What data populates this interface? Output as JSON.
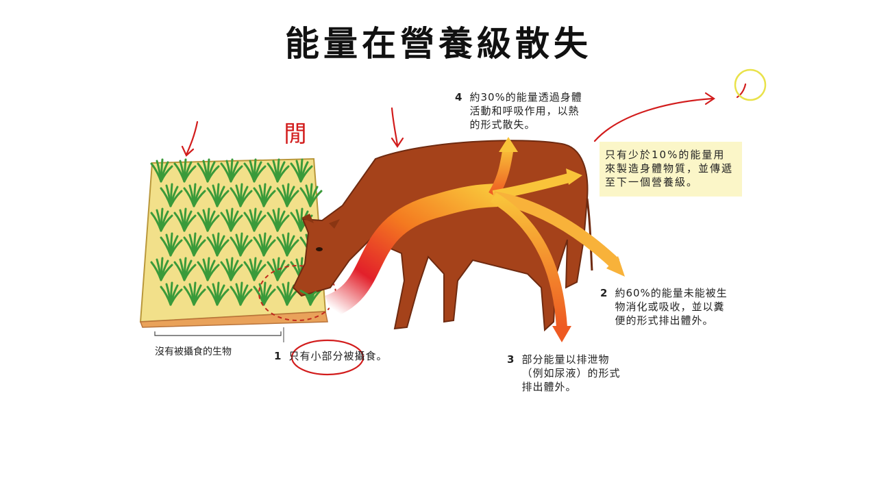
{
  "title": "能量在營養級散失",
  "handwriting": {
    "annotation": "閒"
  },
  "labels": [
    {
      "num": "1",
      "text": "只有小部分被攝食。"
    },
    {
      "num": "2",
      "text": "約60%的能量未能被生\n物消化或吸收，並以糞\n便的形式排出體外。"
    },
    {
      "num": "3",
      "text": "部分能量以排泄物\n（例如尿液）的形式\n排出體外。"
    },
    {
      "num": "4",
      "text": "約30%的能量透過身體\n活動和呼吸作用，以熱\n的形式散失。"
    }
  ],
  "note": "只有少於10%的能量用\n來製造身體物質，並傳遞\n至下一個營養級。",
  "grass_caption": "沒有被攝食的生物",
  "colors": {
    "ink": "#d21c1c",
    "cow": "#a5421a",
    "note_bg": "#fbf6c8",
    "grass": "#3a9a3a",
    "mat": "#f2e08a"
  }
}
